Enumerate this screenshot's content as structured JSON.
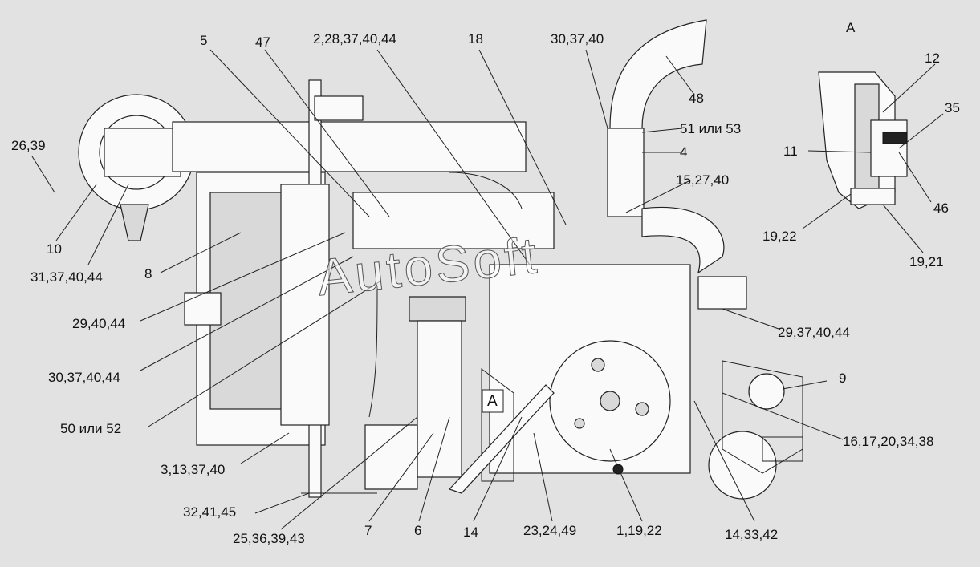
{
  "watermark": "AutoSoft",
  "view_marker": "A",
  "detail_view": {
    "title": "A",
    "labels": [
      "12",
      "35",
      "11",
      "46",
      "19,22",
      "19,21"
    ]
  },
  "labels": {
    "l_26_39": "26,39",
    "l_10": "10",
    "l_31_37_40_44": "31,37,40,44",
    "l_8": "8",
    "l_29_40_44": "29,40,44",
    "l_30_37_40_44_left": "30,37,40,44",
    "l_50_52": "50 или 52",
    "l_3_13_37_40": "3,13,37,40",
    "l_32_41_45": "32,41,45",
    "l_25_36_39_43": "25,36,39,43",
    "l_7": "7",
    "l_6": "6",
    "l_14_bottom": "14",
    "l_23_24_49": "23,24,49",
    "l_1_19_22": "1,19,22",
    "l_14_33_42": "14,33,42",
    "l_16_17_20_34_38": "16,17,20,34,38",
    "l_9": "9",
    "l_29_37_40_44": "29,37,40,44",
    "l_15_27_40": "15,27,40",
    "l_4": "4",
    "l_51_53": "51 или 53",
    "l_48": "48",
    "l_30_37_40_top": "30,37,40",
    "l_18": "18",
    "l_2_28_37_40_44": "2,28,37,40,44",
    "l_47": "47",
    "l_5": "5"
  }
}
